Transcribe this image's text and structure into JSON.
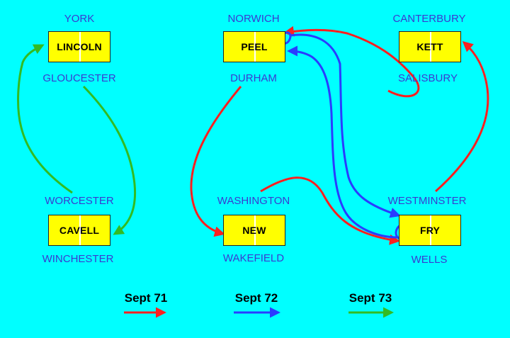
{
  "colors": {
    "background": "#00ffff",
    "box_fill": "#ffff00",
    "place_text": "#3a3ad0",
    "sept71": "#ff1f1f",
    "sept72": "#2a3cff",
    "sept73": "#33bb22"
  },
  "houses": [
    {
      "id": "lincoln",
      "name": "LINCOLN",
      "above": "YORK",
      "below": "GLOUCESTER"
    },
    {
      "id": "peel",
      "name": "PEEL",
      "above": "NORWICH",
      "below": "DURHAM"
    },
    {
      "id": "kett",
      "name": "KETT",
      "above": "CANTERBURY",
      "below": "SALISBURY"
    },
    {
      "id": "cavell",
      "name": "CAVELL",
      "above": "WORCESTER",
      "below": "WINCHESTER"
    },
    {
      "id": "new",
      "name": "NEW",
      "above": "WASHINGTON",
      "below": "WAKEFIELD"
    },
    {
      "id": "fry",
      "name": "FRY",
      "above": "WESTMINSTER",
      "below": "WELLS"
    }
  ],
  "legend": [
    {
      "label": "Sept 71",
      "color": "#ff1f1f"
    },
    {
      "label": "Sept 72",
      "color": "#2a3cff"
    },
    {
      "label": "Sept 73",
      "color": "#33bb22"
    }
  ]
}
